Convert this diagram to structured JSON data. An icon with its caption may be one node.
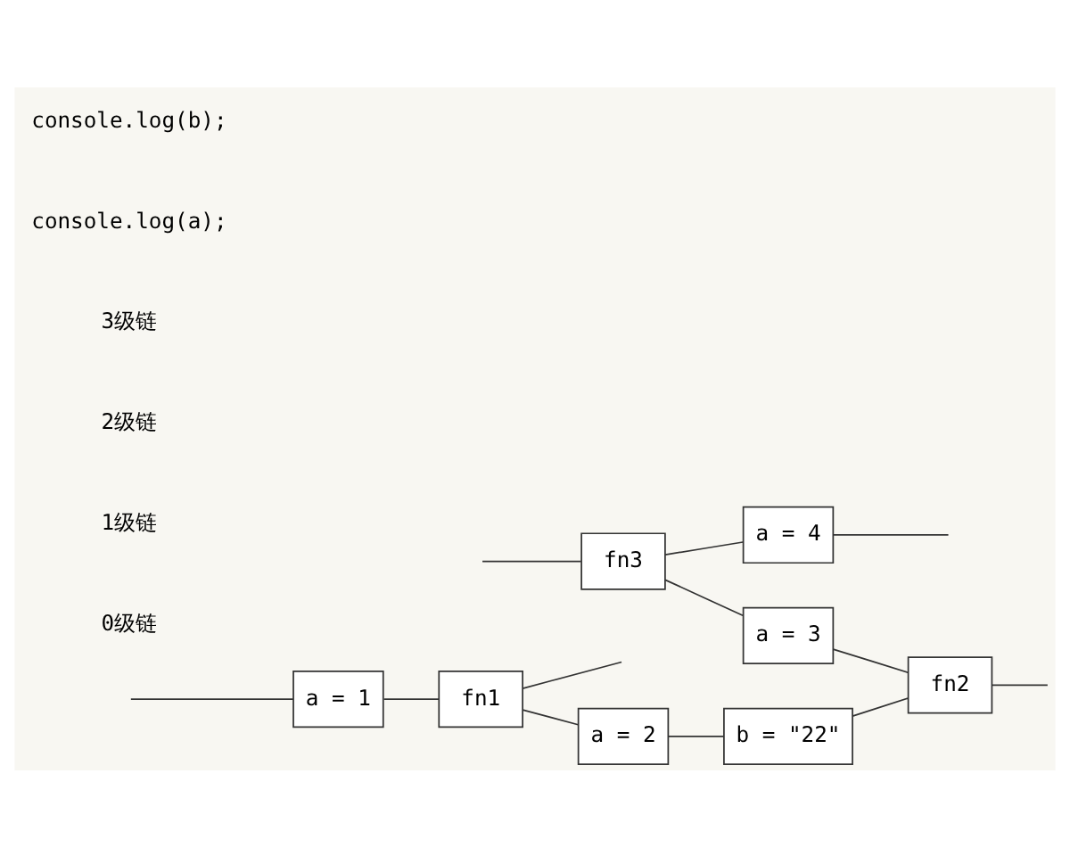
{
  "diagram": {
    "nodes": [
      {
        "text": [
          "a = 1"
        ]
      },
      {
        "text": [
          "fn1"
        ]
      },
      {
        "text": [
          "a = 2"
        ]
      },
      {
        "text": [
          "b = \"22\""
        ]
      },
      {
        "text": [
          "fn2"
        ]
      },
      {
        "text": [
          "fn3"
        ]
      },
      {
        "text": [
          "a = 3"
        ]
      },
      {
        "text": [
          "a = 4"
        ]
      }
    ],
    "edges": [
      {
        "from": null,
        "to": 0,
        "arrow": "none"
      },
      {
        "from": 0,
        "to": 1,
        "arrow": "none"
      },
      {
        "from": 1,
        "to": null,
        "arrow": "none"
      },
      {
        "from": 1,
        "to": 2,
        "arrow": "none"
      },
      {
        "from": 2,
        "to": 3,
        "arrow": "none"
      },
      {
        "from": 3,
        "to": 4,
        "arrow": "none"
      },
      {
        "from": 4,
        "to": null,
        "arrow": "none"
      },
      {
        "from": null,
        "to": 5,
        "arrow": "none"
      },
      {
        "from": 5,
        "to": 6,
        "arrow": "none"
      },
      {
        "from": 6,
        "to": 4,
        "arrow": "none"
      },
      {
        "from": 5,
        "to": 7,
        "arrow": "none"
      },
      {
        "from": 7,
        "to": null,
        "arrow": "none"
      }
    ],
    "labels": [
      "0级链",
      "1级链",
      "2级链",
      "3级链",
      "console.log(a);",
      "console.log(b);"
    ]
  }
}
